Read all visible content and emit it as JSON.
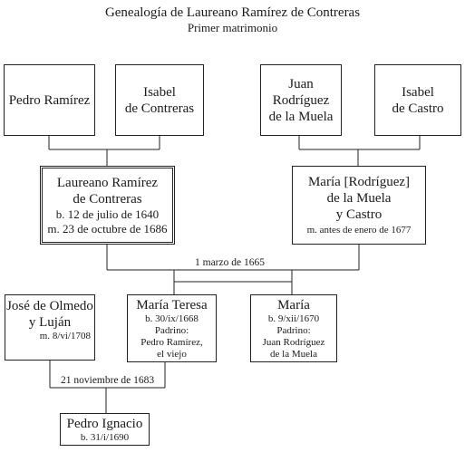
{
  "title": "Genealogía de Laureano Ramírez de Contreras",
  "subtitle": "Primer matrimonio",
  "people": {
    "pedro_ramirez": {
      "name": "Pedro Ramírez"
    },
    "isabel_contreras": {
      "name1": "Isabel",
      "name2": "de Contreras"
    },
    "juan_rodriguez": {
      "name1": "Juan",
      "name2": "Rodríguez",
      "name3": "de la Muela"
    },
    "isabel_castro": {
      "name1": "Isabel",
      "name2": "de Castro"
    },
    "laureano": {
      "name1": "Laureano Ramírez",
      "name2": "de Contreras",
      "born": "b. 12 de julio de 1640",
      "married": "m. 23 de octubre de 1686"
    },
    "maria_rodriguez": {
      "name1": "María [Rodríguez]",
      "name2": "de la Muela",
      "name3": "y Castro",
      "died": "m. antes de enero de 1677"
    },
    "jose_olmedo": {
      "name1": "José de Olmedo",
      "name2": "y Luján",
      "died": "m. 8/vi/1708"
    },
    "maria_teresa": {
      "name": "María Teresa",
      "born": "b. 30/ix/1668",
      "p1": "Padrino:",
      "p2": "Pedro Ramírez,",
      "p3": "el viejo"
    },
    "maria": {
      "name": "María",
      "born": "b. 9/xii/1670",
      "p1": "Padrino:",
      "p2": "Juan Rodríguez",
      "p3": "de la Muela"
    },
    "pedro_ignacio": {
      "name": "Pedro Ignacio",
      "born": "b. 31/i/1690"
    }
  },
  "marriages": {
    "laureano_maria": "1 marzo de 1665",
    "jose_mariateresa": "21 noviembre de 1683"
  }
}
